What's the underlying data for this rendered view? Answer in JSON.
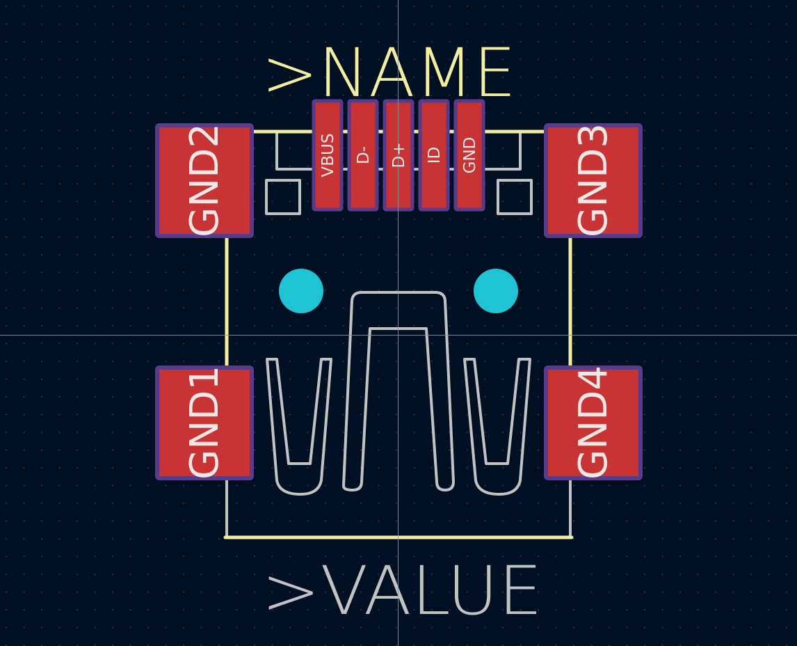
{
  "footprint": {
    "name_label": ">NAME",
    "value_label": ">VALUE",
    "signal_pads": [
      {
        "label": "VBUS"
      },
      {
        "label": "D-"
      },
      {
        "label": "D+"
      },
      {
        "label": "ID"
      },
      {
        "label": "GND"
      }
    ],
    "mount_pads": [
      {
        "label": "GND2"
      },
      {
        "label": "GND3"
      },
      {
        "label": "GND1"
      },
      {
        "label": "GND4"
      }
    ]
  },
  "colors": {
    "background": "#001023",
    "pad_fill": "#c83434",
    "pad_outline": "#5a3a8a",
    "silkscreen": "#f2eda1",
    "fab_outline": "#c2c2c2",
    "hole": "#1fc4d4",
    "grid_dot": "#3a4a5e",
    "crosshair": "#8e97a3"
  }
}
